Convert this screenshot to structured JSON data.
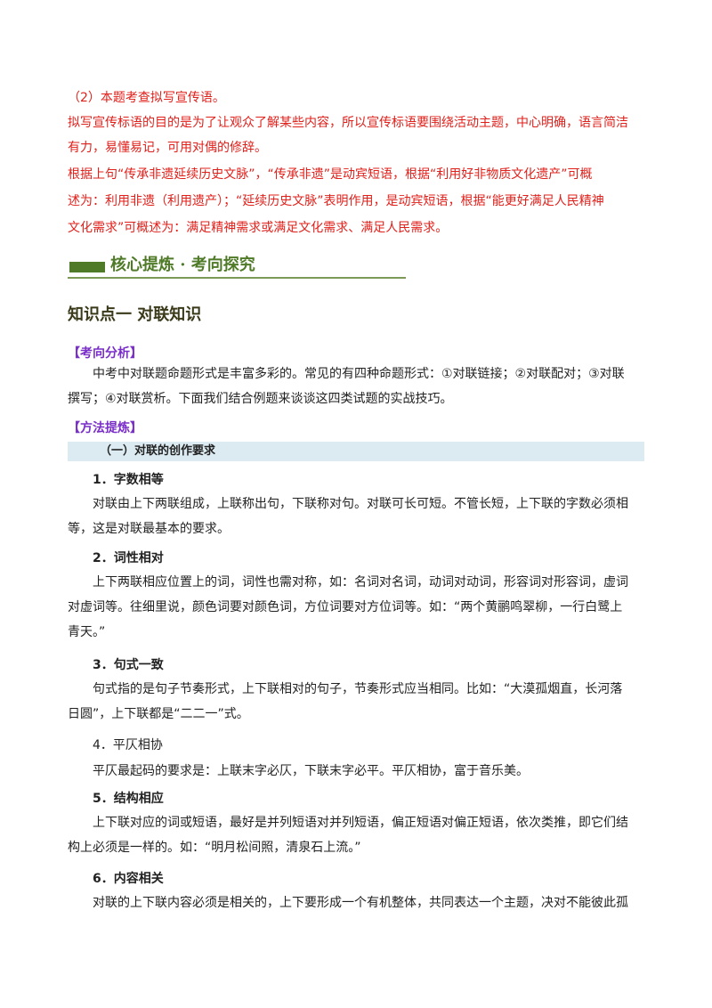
{
  "top_answer": {
    "line1": "（2）本题考查拟写宣传语。",
    "line2": "拟写宣传标语的目的是为了让观众了解某些内容，所以宣传标语要围绕活动主题，中心明确，语言简洁",
    "line3": "有力，易懂易记，可用对偶的修辞。",
    "line4": "根据上句“传承非遗延续历史文脉”，“传承非遗”是动宾短语，根据“利用好非物质文化遗产”可概",
    "line5": "述为：利用非遗（利用遗产）；“延续历史文脉”表明作用，是动宾短语，根据“能更好满足人民精神",
    "line6": "文化需求”可概述为：满足精神需求或满足文化需求、满足人民需求。"
  },
  "banner": {
    "title": "核心提炼 · 考向探究"
  },
  "knowledge_point": {
    "title": "知识点一  对联知识"
  },
  "analysis": {
    "tag": "【考向分析】",
    "line1": "中考中对联题命题形式是丰富多彩的。常见的有四种命题形式：①对联链接；②对联配对；③对联",
    "line2": "撰写；④对联赏析。下面我们结合例题来谈谈这四类试题的实战技巧。"
  },
  "method": {
    "tag": "【方法提炼】",
    "subheading": "（一）对联的创作要求"
  },
  "rules": [
    {
      "heading": "1．字数相等",
      "lines": [
        "对联由上下两联组成，上联称出句，下联称对句。对联可长可短。不管长短，上下联的字数必须相",
        "等，这是对联最基本的要求。"
      ]
    },
    {
      "heading": "2．词性相对",
      "lines": [
        "上下两联相应位置上的词，词性也需对称，如：名词对名词，动词对动词，形容词对形容词，虚词",
        "对虚词等。往细里说，颜色词要对颜色词，方位词要对方位词等。如：“两个黄鹂鸣翠柳，一行白鹭上",
        "青天。”"
      ]
    },
    {
      "heading": "3．句式一致",
      "lines": [
        "句式指的是句子节奏形式，上下联相对的句子，节奏形式应当相同。比如：“大漠孤烟直，长河落",
        "日圆”，上下联都是“二二一”式。"
      ]
    },
    {
      "heading": "4．平仄相协",
      "lines": [
        "平仄最起码的要求是：上联末字必仄，下联末字必平。平仄相协，富于音乐美。"
      ]
    },
    {
      "heading": "5．结构相应",
      "lines": [
        "上下联对应的词或短语，最好是并列短语对并列短语，偏正短语对偏正短语，依次类推，即它们结",
        "构上必须是一样的。如：“明月松间照，清泉石上流。”"
      ]
    },
    {
      "heading": "6．内容相关",
      "lines": [
        "对联的上下联内容必须是相关的，上下要形成一个有机整体，共同表达一个主题，决对不能彼此孤"
      ]
    }
  ]
}
